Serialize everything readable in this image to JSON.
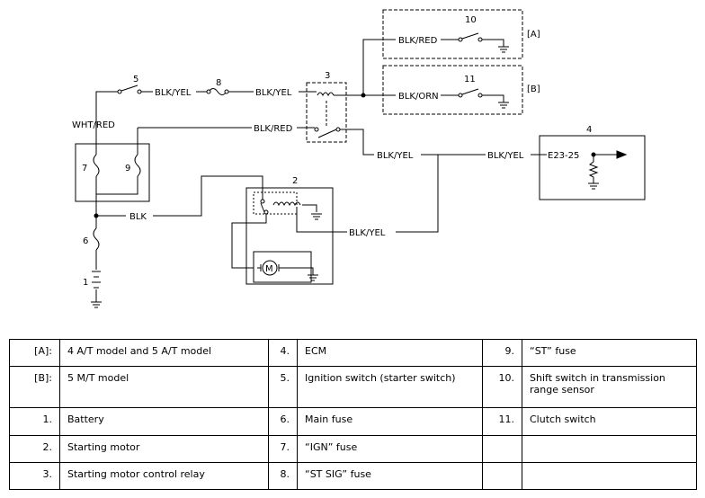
{
  "diagram": {
    "component_numbers": [
      "1",
      "2",
      "3",
      "4",
      "5",
      "6",
      "7",
      "8",
      "9",
      "10",
      "11"
    ],
    "wire_labels": {
      "blk_yel_1": "BLK/YEL",
      "blk_yel_2": "BLK/YEL",
      "blk_yel_3": "BLK/YEL",
      "blk_yel_4": "BLK/YEL",
      "blk_yel_5": "BLK/YEL",
      "blk_red_top": "BLK/RED",
      "blk_red_mid": "BLK/RED",
      "blk_orn": "BLK/ORN",
      "wht_red": "WHT/RED",
      "blk": "BLK"
    },
    "variant_tags": {
      "a": "[A]",
      "b": "[B]"
    },
    "ecm_terminal": "E23-25",
    "motor_symbol": "M"
  },
  "legend": {
    "rows": [
      [
        {
          "key": "[A]:",
          "value": "4 A/T model and 5 A/T model"
        },
        {
          "key": "4.",
          "value": "ECM"
        },
        {
          "key": "9.",
          "value": "“ST” fuse"
        }
      ],
      [
        {
          "key": "[B]:",
          "value": "5 M/T model"
        },
        {
          "key": "5.",
          "value": "Ignition switch (starter switch)"
        },
        {
          "key": "10.",
          "value": "Shift switch in transmission range sensor"
        }
      ],
      [
        {
          "key": "1.",
          "value": "Battery"
        },
        {
          "key": "6.",
          "value": "Main fuse"
        },
        {
          "key": "11.",
          "value": "Clutch switch"
        }
      ],
      [
        {
          "key": "2.",
          "value": "Starting motor"
        },
        {
          "key": "7.",
          "value": "“IGN” fuse"
        },
        {
          "key": "",
          "value": ""
        }
      ],
      [
        {
          "key": "3.",
          "value": "Starting motor control relay"
        },
        {
          "key": "8.",
          "value": "“ST SIG” fuse"
        },
        {
          "key": "",
          "value": ""
        }
      ]
    ]
  }
}
